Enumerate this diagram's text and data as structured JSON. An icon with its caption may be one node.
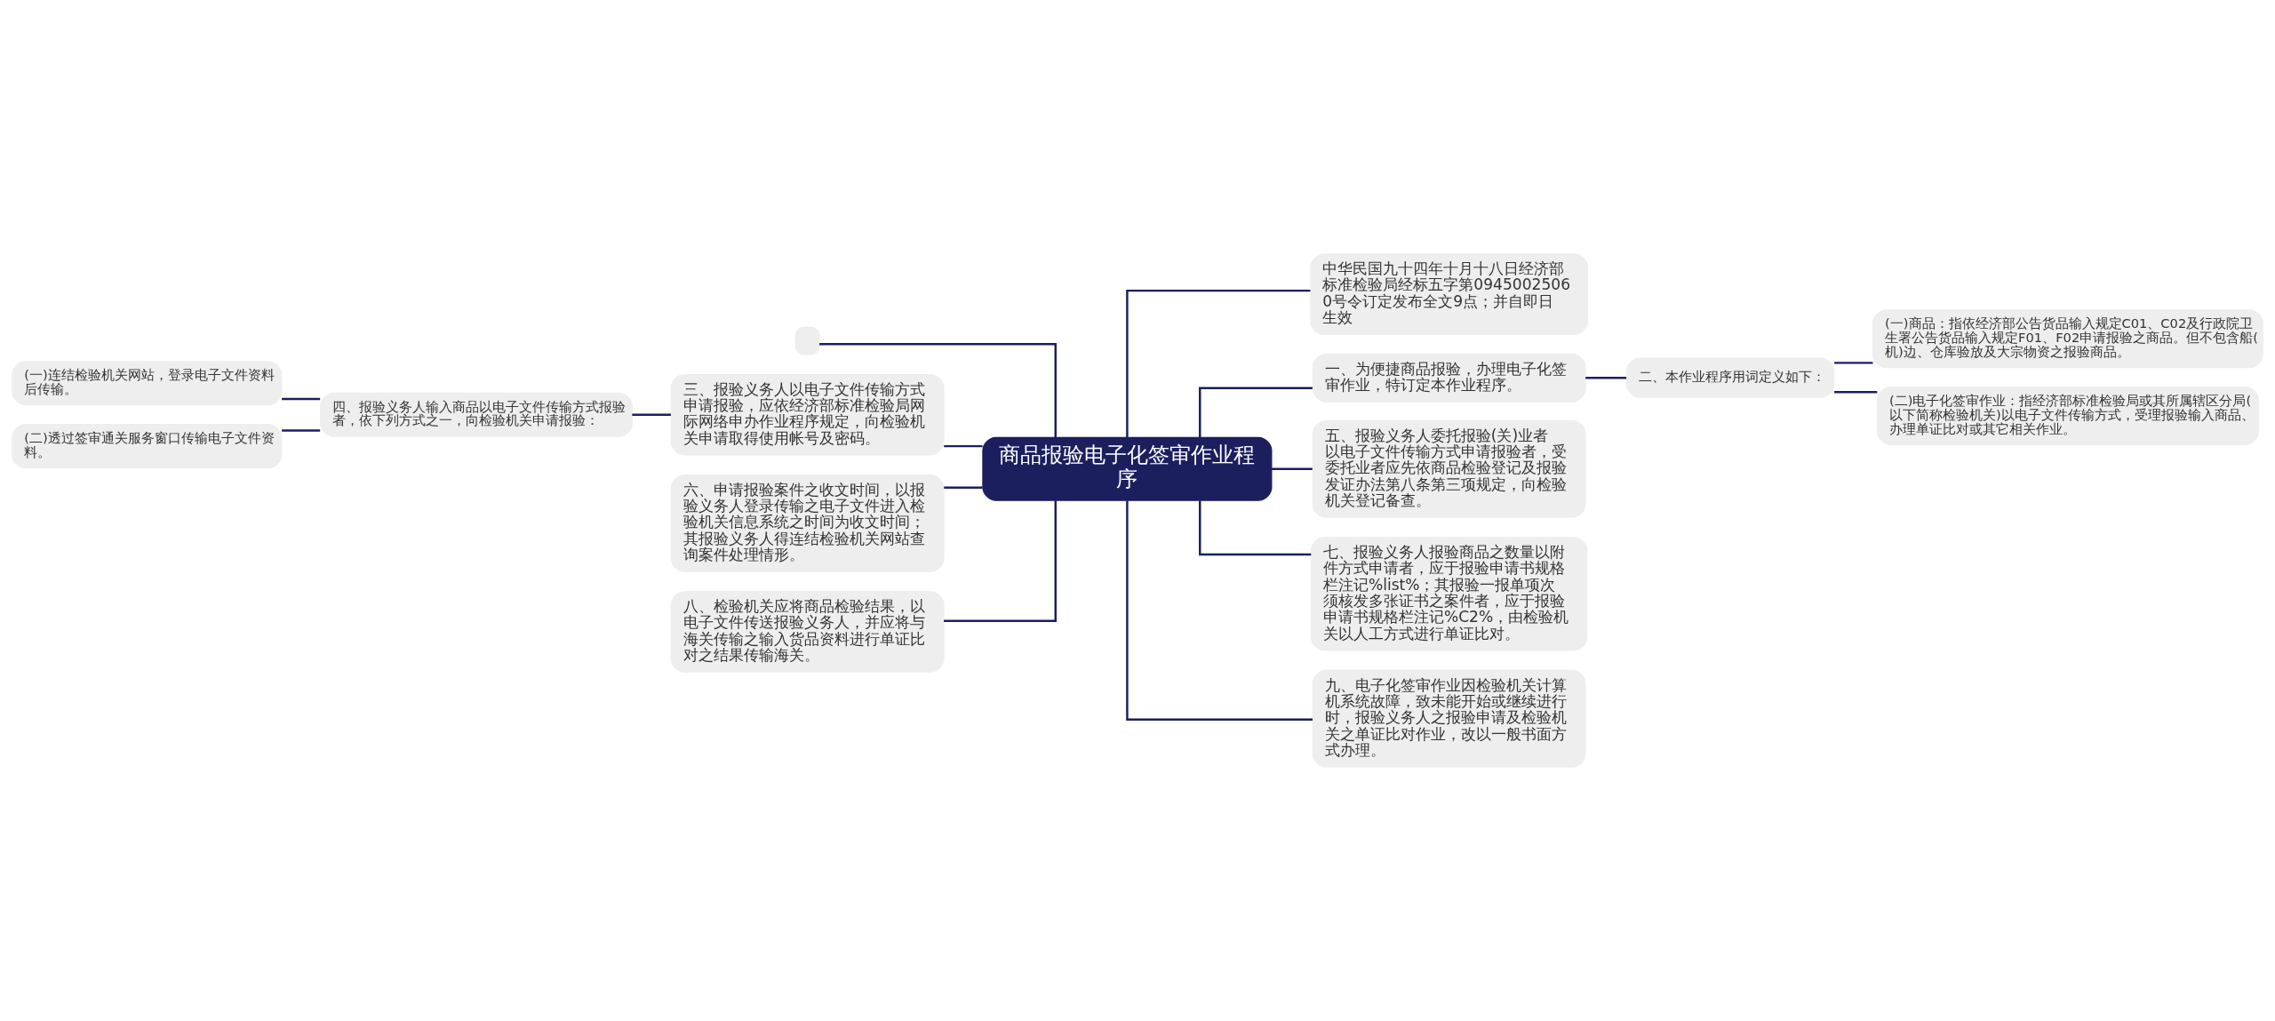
{
  "diagram": {
    "nodes": [
      {
        "text": [
          "商品报验电子化签审作业程序"
        ]
      },
      {
        "text": [],
        "shape": "box"
      },
      {
        "text": [
          "三、报验义务人以电子文件传输方式申请报验，应依经济部标准检验局网际网络申办作业程序规定，向检验机关申请取得使用帐号及密码。"
        ]
      },
      {
        "text": [
          "四、报验义务人输入商品以电子文件传输方式报验者，依下列方式之一，向检验机关申请报验："
        ]
      },
      {
        "text": [
          "(一)连结检验机关网站，登录电子文件资料后传输。"
        ]
      },
      {
        "text": [
          "(二)透过签审通关服务窗口传输电子文件资料。"
        ]
      },
      {
        "text": [
          "六、申请报验案件之收文时间，以报验义务人登录传输之电子文件进入检验机关信息系统之时间为收文时间；其报验义务人得连结检验机关网站查询案件处理情形。"
        ]
      },
      {
        "text": [
          "八、检验机关应将商品检验结果，以电子文件传送报验义务人，并应将与海关传输之输入货品资料进行单证比对之结果传输海关。"
        ]
      },
      {
        "text": [
          "中华民国九十四年十月十八日经济部标准检验局经标五字第09450025060号令订定发布全文9点；并自即日生效"
        ]
      },
      {
        "text": [
          "一、为便捷商品报验，办理电子化签审作业，特订定本作业程序。"
        ]
      },
      {
        "text": [
          "二、本作业程序用词定义如下："
        ]
      },
      {
        "text": [
          "(一)商品：指依经济部公告货品输入规定C01、C02及行政院卫生署公告货品输入规定F01、F02申请报验之商品。但不包含船(机)边、仓库验放及大宗物资之报验商品。"
        ]
      },
      {
        "text": [
          "(二)电子化签审作业：指经济部标准检验局或其所属辖区分局(以下简称检验机关)以电子文件传输方式，受理报验输入商品、办理单证比对或其它相关作业。"
        ]
      },
      {
        "text": [
          "五、报验义务人委托报验(关)业者以电子文件传输方式申请报验者，受委托业者应先依商品检验登记及报验发证办法第八条第三项规定，向检验机关登记备查。"
        ]
      },
      {
        "text": [
          "七、报验义务人报验商品之数量以附件方式申请者，应于报验申请书规格栏注记%list%；其报验一报单项次须核发多张证书之案件者，应于报验申请书规格栏注记%C2%，由检验机关以人工方式进行单证比对。"
        ]
      },
      {
        "text": [
          "九、电子化签审作业因检验机关计算机系统故障，致未能开始或继续进行时，报验义务人之报验申请及检验机关之单证比对作业，改以一般书面方式办理。"
        ]
      }
    ],
    "edges": [
      {
        "from": 0,
        "to": 1,
        "arrow": "none"
      },
      {
        "from": 0,
        "to": 2,
        "arrow": "none"
      },
      {
        "from": 2,
        "to": 3,
        "arrow": "none"
      },
      {
        "from": 3,
        "to": 4,
        "arrow": "none"
      },
      {
        "from": 3,
        "to": 5,
        "arrow": "none"
      },
      {
        "from": 0,
        "to": 6,
        "arrow": "none"
      },
      {
        "from": 0,
        "to": 7,
        "arrow": "none"
      },
      {
        "from": 0,
        "to": 8,
        "arrow": "none"
      },
      {
        "from": 0,
        "to": 9,
        "arrow": "none"
      },
      {
        "from": 9,
        "to": 10,
        "arrow": "none"
      },
      {
        "from": 10,
        "to": 11,
        "arrow": "none"
      },
      {
        "from": 10,
        "to": 12,
        "arrow": "none"
      },
      {
        "from": 0,
        "to": 13,
        "arrow": "none"
      },
      {
        "from": 0,
        "to": 14,
        "arrow": "none"
      },
      {
        "from": 0,
        "to": 15,
        "arrow": "none"
      }
    ]
  }
}
